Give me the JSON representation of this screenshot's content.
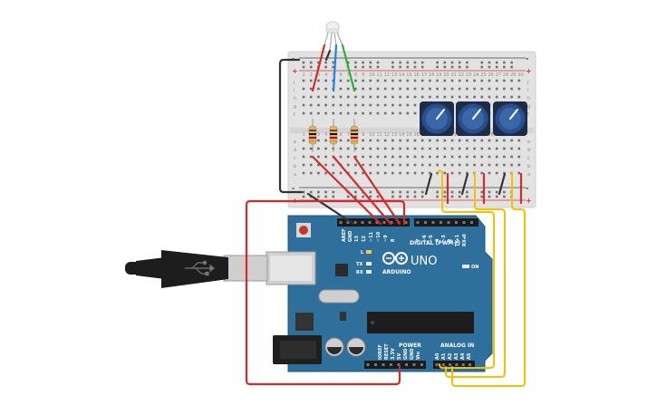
{
  "breadboard": {
    "columns": 30,
    "row_letters_top": [
      "j",
      "i",
      "h",
      "g",
      "f"
    ],
    "row_letters_bottom": [
      "e",
      "d",
      "c",
      "b",
      "a"
    ],
    "rail_plus": "+",
    "rail_minus": "-"
  },
  "arduino": {
    "brand": "ARDUINO",
    "model": "UNO",
    "digital_header_label": "DIGITAL (PWM~)",
    "power_label": "POWER",
    "analog_label": "ANALOG IN",
    "led_labels": [
      "L",
      "TX",
      "RX"
    ],
    "on_label": "ON",
    "aref": "AREF",
    "gnd": "GND",
    "digital_pins": [
      "13",
      "12",
      "~11",
      "~10",
      "~9",
      "8",
      "7",
      "~6",
      "~5",
      "4",
      "~3",
      "2",
      "TX▸1",
      "RX◂0"
    ],
    "power_pins": [
      "IOREF",
      "RESET",
      "3.3V",
      "5V",
      "GND",
      "GND",
      "Vin"
    ],
    "analog_pins": [
      "A0",
      "A1",
      "A2",
      "A3",
      "A4",
      "A5"
    ]
  },
  "components": {
    "rgb_led": "rgb-led",
    "resistor_count": 3,
    "potentiometer_count": 3
  },
  "colors": {
    "arduino_blue": "#2f6f9b",
    "wire_red": "#d42a2a",
    "wire_black": "#333333",
    "wire_yellow": "#f2c200",
    "wire_blue": "#1e88d8",
    "wire_green": "#2fae3a",
    "knob_blue": "#2a4f8a"
  }
}
